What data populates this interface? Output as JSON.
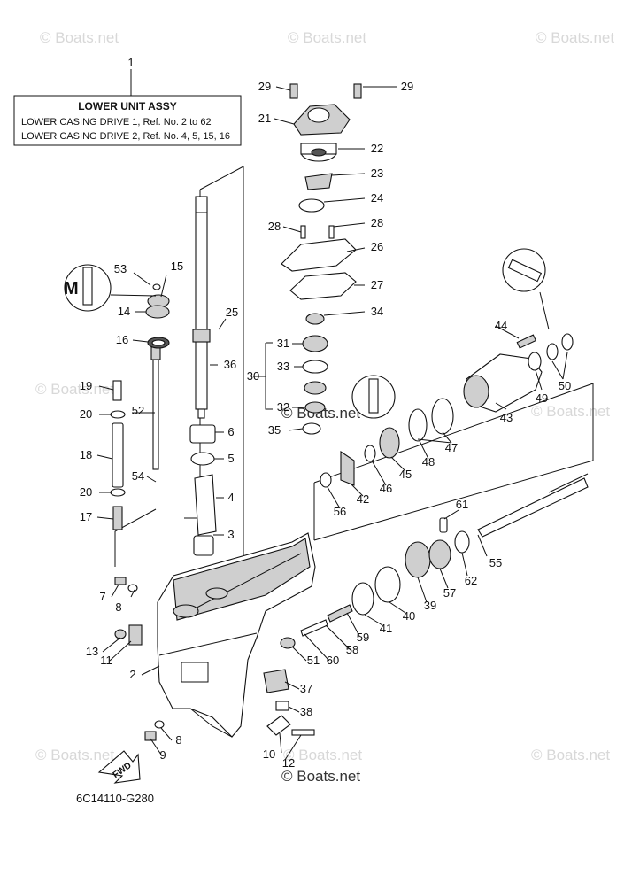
{
  "title_box": {
    "title": "LOWER UNIT ASSY",
    "line1": "LOWER CASING DRIVE 1,  Ref. No. 2 to 62",
    "line2": "LOWER CASING DRIVE 2,  Ref. No. 4, 5, 15, 16"
  },
  "diagram_code": "6C14110-G280",
  "watermark": "© Boats.net",
  "fwd_label": "FWD",
  "callouts": [
    "1",
    "2",
    "3",
    "4",
    "5",
    "6",
    "7",
    "8",
    "9",
    "10",
    "11",
    "12",
    "13",
    "14",
    "15",
    "16",
    "17",
    "18",
    "19",
    "20",
    "21",
    "22",
    "23",
    "24",
    "25",
    "26",
    "27",
    "28",
    "29",
    "30",
    "31",
    "32",
    "33",
    "34",
    "35",
    "36",
    "37",
    "38",
    "39",
    "40",
    "41",
    "42",
    "43",
    "44",
    "45",
    "46",
    "47",
    "48",
    "49",
    "50",
    "51",
    "52",
    "53",
    "54",
    "55",
    "56",
    "57",
    "58",
    "59",
    "60",
    "61",
    "62"
  ]
}
